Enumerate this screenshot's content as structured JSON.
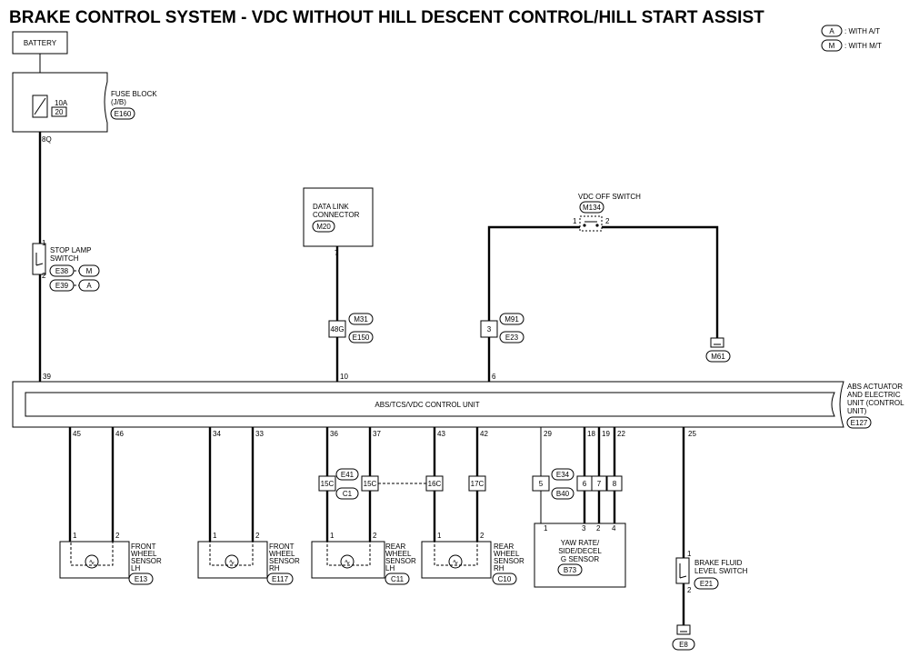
{
  "title": "BRAKE CONTROL SYSTEM - VDC WITHOUT HILL DESCENT CONTROL/HILL START ASSIST",
  "legend": [
    {
      "code": "A",
      "text": ": WITH A/T"
    },
    {
      "code": "M",
      "text": ": WITH M/T"
    }
  ],
  "battery": "BATTERY",
  "fuse_block": {
    "line1": "FUSE BLOCK",
    "line2": "(J/B)",
    "connector": "E160",
    "amp": "10A",
    "fuse_no": "20",
    "terminal": "8Q"
  },
  "stop_lamp": {
    "line1": "STOP LAMP",
    "line2": "SWITCH",
    "conn_m": "E38",
    "opt_m": "M",
    "conn_a": "E39",
    "opt_a": "A",
    "pin1": "1",
    "pin2": "2"
  },
  "data_link": {
    "line1": "DATA LINK",
    "line2": "CONNECTOR",
    "connector": "M20",
    "pin": "7",
    "joint": "48G",
    "joint_conn1": "M31",
    "joint_conn2": "E150"
  },
  "vdc_off": {
    "label": "VDC OFF SWITCH",
    "connector": "M134",
    "pin1": "1",
    "pin2": "2",
    "joint": "3",
    "joint_conn1": "M91",
    "joint_conn2": "E23",
    "ground": "M61"
  },
  "control_unit": {
    "label": "ABS/TCS/VDC CONTROL UNIT",
    "side_line1": "ABS ACTUATOR",
    "side_line2": "AND ELECTRIC",
    "side_line3": "UNIT (CONTROL",
    "side_line4": "UNIT)",
    "connector": "E127",
    "top_pins": [
      "39",
      "10",
      "6"
    ],
    "bottom_pins": [
      "45",
      "46",
      "34",
      "33",
      "36",
      "37",
      "43",
      "42",
      "29",
      "18",
      "19",
      "22",
      "25"
    ]
  },
  "rear_joint": {
    "conn1": "E41",
    "conn2": "C1",
    "pins": [
      "15C",
      "15C",
      "16C",
      "17C"
    ]
  },
  "yaw_joint": {
    "conn1": "E34",
    "conn2": "B40",
    "pins": [
      "5",
      "6",
      "7",
      "8"
    ]
  },
  "sensors": [
    {
      "line1": "FRONT",
      "line2": "WHEEL",
      "line3": "SENSOR",
      "line4": "LH",
      "connector": "E13",
      "pin1": "1",
      "pin2": "2"
    },
    {
      "line1": "FRONT",
      "line2": "WHEEL",
      "line3": "SENSOR",
      "line4": "RH",
      "connector": "E117",
      "pin1": "1",
      "pin2": "2"
    },
    {
      "line1": "REAR",
      "line2": "WHEEL",
      "line3": "SENSOR",
      "line4": "LH",
      "connector": "C11",
      "pin1": "1",
      "pin2": "2"
    },
    {
      "line1": "REAR",
      "line2": "WHEEL",
      "line3": "SENSOR",
      "line4": "RH",
      "connector": "C10",
      "pin1": "1",
      "pin2": "2"
    }
  ],
  "yaw_sensor": {
    "line1": "YAW RATE/",
    "line2": "SIDE/DECEL",
    "line3": "G SENSOR",
    "connector": "B73",
    "pins": [
      "1",
      "3",
      "2",
      "4"
    ]
  },
  "brake_fluid": {
    "line1": "BRAKE FLUID",
    "line2": "LEVEL SWITCH",
    "connector": "E21",
    "pin1": "1",
    "pin2": "2",
    "ground": "E8"
  }
}
